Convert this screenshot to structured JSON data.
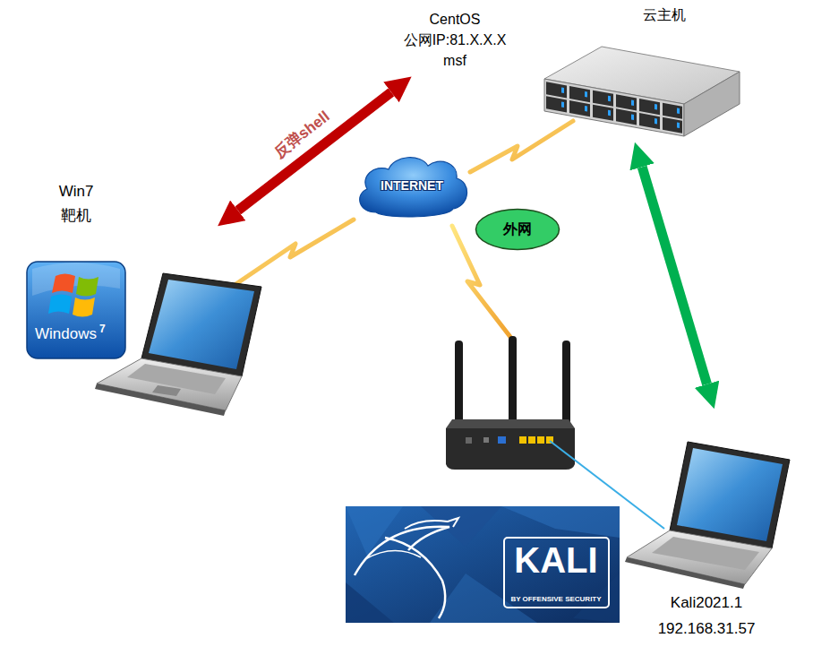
{
  "diagram": {
    "nodes": [
      {
        "text": [
          "CentOS 公网IP:81.X.X.X msf"
        ]
      },
      {
        "text": [
          "云主机"
        ]
      },
      {
        "text": [
          "INTERNET"
        ]
      },
      {
        "text": [
          "Win7 靶机"
        ]
      },
      {
        "text": [
          "外网"
        ]
      },
      {
        "text": [
          "Kali2021.1 192.168.31.57"
        ]
      }
    ],
    "edges": [
      {
        "from": 3,
        "to": 0,
        "arrow": "both",
        "label": "反弹shell"
      },
      {
        "from": 1,
        "to": 5,
        "arrow": "both"
      }
    ],
    "labels": [
      "Windows",
      "7",
      "KALI",
      "BY OFFENSIVE SECURITY"
    ]
  }
}
